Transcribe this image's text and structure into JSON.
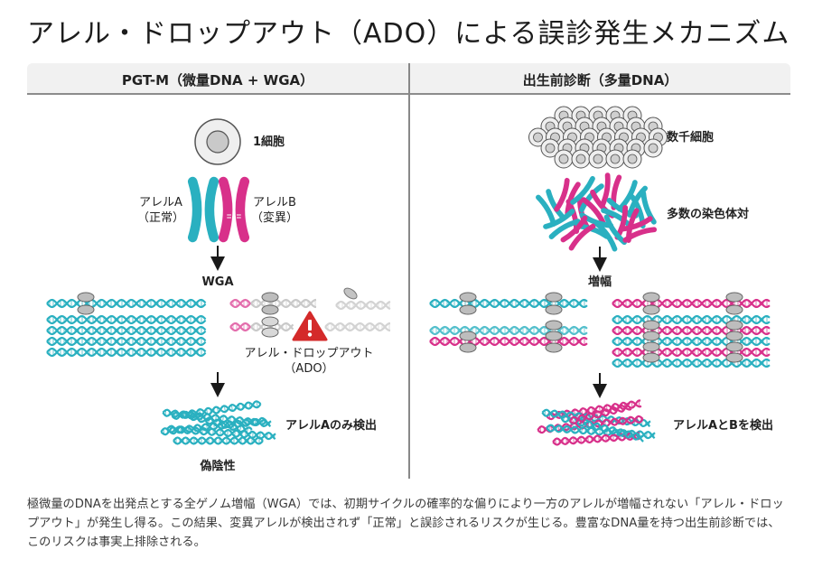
{
  "title": "アレル・ドロップアウト（ADO）による誤診発生メカニズム",
  "colors": {
    "teal": "#2ab0c0",
    "magenta": "#d8308a",
    "gray_allele": "#c9c9c9",
    "protein": "#bdbdbd",
    "warning": "#d42a2a",
    "header_bg": "#f1f1f1"
  },
  "left_panel": {
    "header": "PGT-M（微量DNA + WGA）",
    "cell_label": "1細胞",
    "allele_a_label": "アレルA",
    "allele_a_sub": "（正常）",
    "allele_b_label": "アレルB",
    "allele_b_sub": "（変異）",
    "step_label": "WGA",
    "warning_label": "アレル・ドロップアウト",
    "warning_sub": "（ADO）",
    "result_label": "アレルAのみ検出",
    "outcome_label": "偽陰性"
  },
  "right_panel": {
    "header": "出生前診断（多量DNA）",
    "cells_label": "数千細胞",
    "chromosomes_label": "多数の染色体対",
    "step_label": "増幅",
    "result_label": "アレルAとBを検出"
  },
  "caption": "極微量のDNAを出発点とする全ゲノム増幅（WGA）では、初期サイクルの確率的な偏りにより一方のアレルが増幅されない「アレル・ドロップアウト」が発生し得る。この結果、変異アレルが検出されず「正常」と誤診されるリスクが生じる。豊富なDNA量を持つ出生前診断では、このリスクは事実上排除される。"
}
